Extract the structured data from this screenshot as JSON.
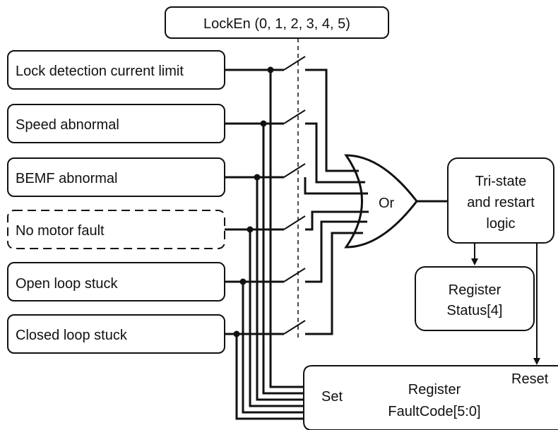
{
  "header": {
    "lock_enable": "LockEn (0, 1, 2, 3, 4, 5)"
  },
  "faults": [
    {
      "label": "Lock detection current limit",
      "style": "solid"
    },
    {
      "label": "Speed abnormal",
      "style": "solid"
    },
    {
      "label": "BEMF abnormal",
      "style": "solid"
    },
    {
      "label": "No motor fault",
      "style": "dashed"
    },
    {
      "label": "Open loop stuck",
      "style": "solid"
    },
    {
      "label": "Closed loop stuck",
      "style": "solid"
    }
  ],
  "gate": {
    "label": "Or"
  },
  "tristate": {
    "line1": "Tri-state",
    "line2": "and restart",
    "line3": "logic"
  },
  "status_register": {
    "line1": "Register",
    "line2": "Status[4]"
  },
  "faultcode_register": {
    "line1": "Register",
    "line2": "FaultCode[5:0]",
    "set_label": "Set",
    "reset_label": "Reset"
  },
  "colors": {
    "stroke": "#111111",
    "background": "#ffffff"
  }
}
